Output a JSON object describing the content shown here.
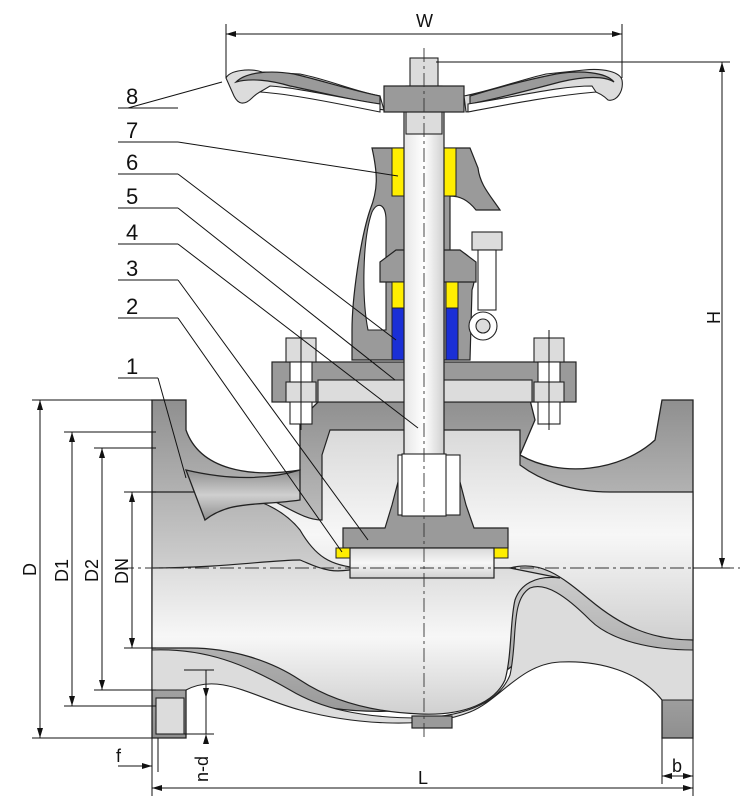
{
  "part_labels": [
    "1",
    "2",
    "3",
    "4",
    "5",
    "6",
    "7",
    "8"
  ],
  "dimensions": {
    "W": "W",
    "H": "H",
    "D": "D",
    "D1": "D1",
    "D2": "D2",
    "DN": "DN",
    "L": "L",
    "f": "f",
    "n_d": "n-d",
    "b": "b"
  },
  "colors": {
    "body_gray": "#9c9c9c",
    "packing_yellow": "#ffee00",
    "packing_blue": "#1a2fd6",
    "ink": "#111111"
  }
}
